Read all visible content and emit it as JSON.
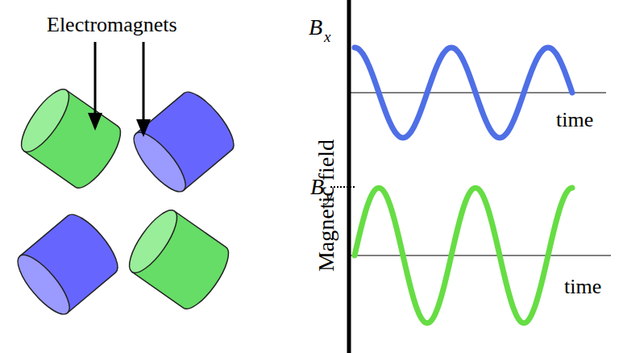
{
  "diagram": {
    "labels": [
      "Electromagnets",
      "B",
      "x",
      "B",
      "y",
      "Magnetic field",
      "time",
      "time"
    ]
  }
}
